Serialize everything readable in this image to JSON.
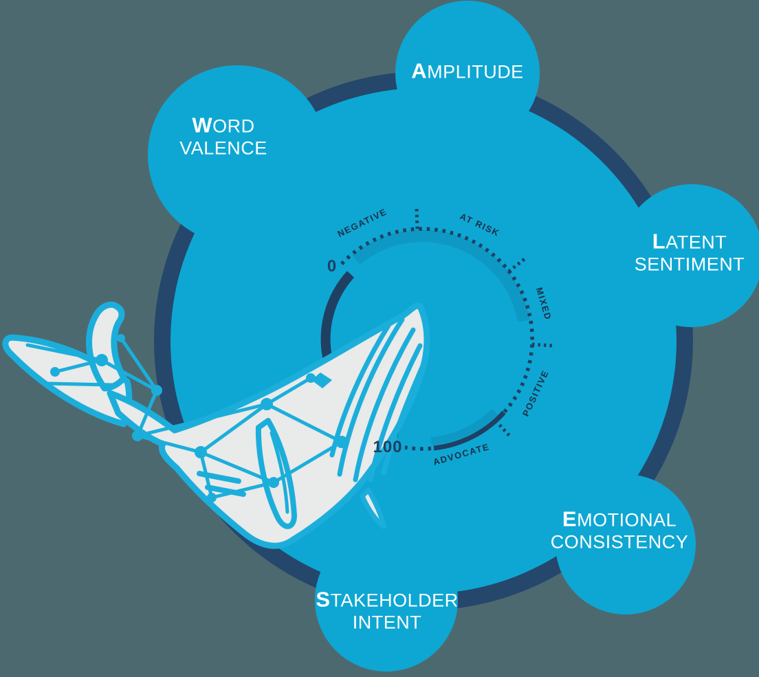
{
  "title": "WHALES sentiment model infographic",
  "colors": {
    "background": "#4d6970",
    "cyan": "#0ea7d3",
    "ring_navy": "#25476b",
    "gauge_navy": "#1f4062",
    "label_navy": "#1b2f47",
    "whale_white": "#e9eaea",
    "whale_cyan": "#1caedb",
    "text_white": "#ffffff"
  },
  "pillars": [
    {
      "id": "word-valence",
      "initial": "W",
      "rest": "ORD",
      "line2": "VALENCE"
    },
    {
      "id": "amplitude",
      "initial": "A",
      "rest": "MPLITUDE",
      "line2": ""
    },
    {
      "id": "latent-sentiment",
      "initial": "L",
      "rest": "ATENT",
      "line2": "SENTIMENT"
    },
    {
      "id": "emotional-consistency",
      "initial": "E",
      "rest": "MOTIONAL",
      "line2": "CONSISTENCY"
    },
    {
      "id": "stakeholder-intent",
      "initial": "S",
      "rest": "TAKEHOLDER",
      "line2": "INTENT"
    }
  ],
  "gauge": {
    "min_label": "0",
    "max_label": "100",
    "segments": [
      "NEGATIVE",
      "AT RISK",
      "MIXED",
      "POSITIVE",
      "ADVOCATE"
    ]
  },
  "center_icon": "network-whale"
}
